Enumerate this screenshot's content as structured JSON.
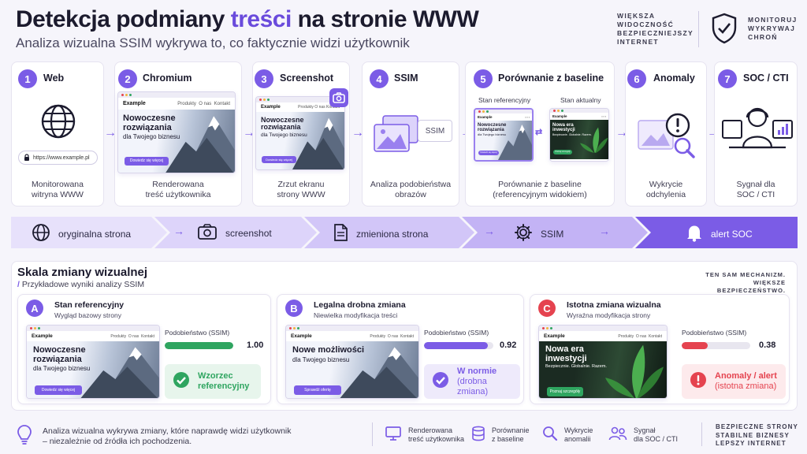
{
  "header": {
    "title_pre": "Detekcja podmiany ",
    "title_hl": "treści",
    "title_post": " na stronie WWW",
    "subtitle": "Analiza wizualna SSIM wykrywa to, co faktycznie widzi użytkownik",
    "tagline1": [
      "WIĘKSZA",
      "WIDOCZNOŚĆ",
      "BEZPIECZNIEJSZY",
      "INTERNET"
    ],
    "tagline2": [
      "MONITORUJ",
      "WYKRYWAJ",
      "CHROŃ"
    ]
  },
  "steps": [
    {
      "num": "1",
      "title": "Web",
      "desc1": "Monitorowana",
      "desc2": "witryna WWW",
      "url": "https://www.example.pl"
    },
    {
      "num": "2",
      "title": "Chromium",
      "desc1": "Renderowana",
      "desc2": "treść użytkownika"
    },
    {
      "num": "3",
      "title": "Screenshot",
      "desc1": "Zrzut ekranu",
      "desc2": "strony WWW"
    },
    {
      "num": "4",
      "title": "SSIM",
      "desc1": "Analiza podobieństwa",
      "desc2": "obrazów",
      "chip": "SSIM"
    },
    {
      "num": "5",
      "title": "Porównanie z baseline",
      "desc1": "Porównanie z baseline",
      "desc2": "(referencyjnym widokiem)",
      "ref_label": "Stan referencyjny",
      "cur_label": "Stan aktualny"
    },
    {
      "num": "6",
      "title": "Anomaly",
      "desc1": "Wykrycie",
      "desc2": "odchylenia"
    },
    {
      "num": "7",
      "title": "SOC / CTI",
      "desc1": "Sygnał dla",
      "desc2": "SOC / CTI"
    }
  ],
  "mock": {
    "brand": "Example",
    "nav": [
      "Produkty",
      "O nas",
      "Kontakt"
    ],
    "hero_title1": "Nowoczesne",
    "hero_title2": "rozwiązania",
    "hero_sub": "dla Twojego biznesu",
    "hero_btn": "Dowiedz się więcej",
    "alt_title": "Nowe możliwości",
    "alt_btn": "Sprawdź ofertę",
    "dark_title1": "Nowa era",
    "dark_title2": "inwestycji",
    "dark_sub": "Bezpiecznie. Globalnie. Razem.",
    "dark_btn": "Poznaj szczegóły"
  },
  "ribbon": [
    "oryginalna strona",
    "screenshot",
    "zmieniona strona",
    "SSIM",
    "alert SOC"
  ],
  "scale": {
    "title": "Skala zmiany wizualnej",
    "subtitle": "Przykładowe wyniki analizy SSIM",
    "tagline": [
      "TEN SAM MECHANIZM.",
      "WIĘKSZE BEZPIECZEŃSTWO."
    ],
    "ssim_label": "Podobieństwo (SSIM)",
    "cases": [
      {
        "letter": "A",
        "title": "Stan referencyjny",
        "sub": "Wygląd bazowy strony",
        "value": 1.0,
        "value_text": "1.00",
        "res1": "Wzorzec",
        "res2": "referencyjny",
        "color": "#2fa560",
        "bg": "#e7f5ec",
        "badge": "#7b5ce6"
      },
      {
        "letter": "B",
        "title": "Legalna drobna zmiana",
        "sub": "Niewielka modyfikacja treści",
        "value": 0.92,
        "value_text": "0.92",
        "res1": "W normie",
        "res2": "(drobna zmiana)",
        "color": "#7b5ce6",
        "bg": "#eeeafb",
        "badge": "#7b5ce6"
      },
      {
        "letter": "C",
        "title": "Istotna zmiana wizualna",
        "sub": "Wyraźna modyfikacja strony",
        "value": 0.38,
        "value_text": "0.38",
        "res1": "Anomaly / alert",
        "res2": "(istotna zmiana)",
        "color": "#e5434f",
        "bg": "#fdeaec",
        "badge": "#e5434f"
      }
    ]
  },
  "footer": {
    "note1": "Analiza wizualna wykrywa zmiany, które naprawdę widzi użytkownik",
    "note2": "– niezależnie od źródła ich pochodzenia.",
    "items": [
      {
        "l1": "Renderowana",
        "l2": "treść użytkownika"
      },
      {
        "l1": "Porównanie",
        "l2": "z baseline"
      },
      {
        "l1": "Wykrycie",
        "l2": "anomalii"
      },
      {
        "l1": "Sygnał",
        "l2": "dla SOC / CTI"
      }
    ],
    "tagline": [
      "BEZPIECZNE STRONY",
      "STABILNE BIZNESY",
      "LEPSZY INTERNET"
    ]
  },
  "colors": {
    "accent": "#7b5ce6",
    "ok": "#2fa560",
    "alert": "#e5434f"
  }
}
